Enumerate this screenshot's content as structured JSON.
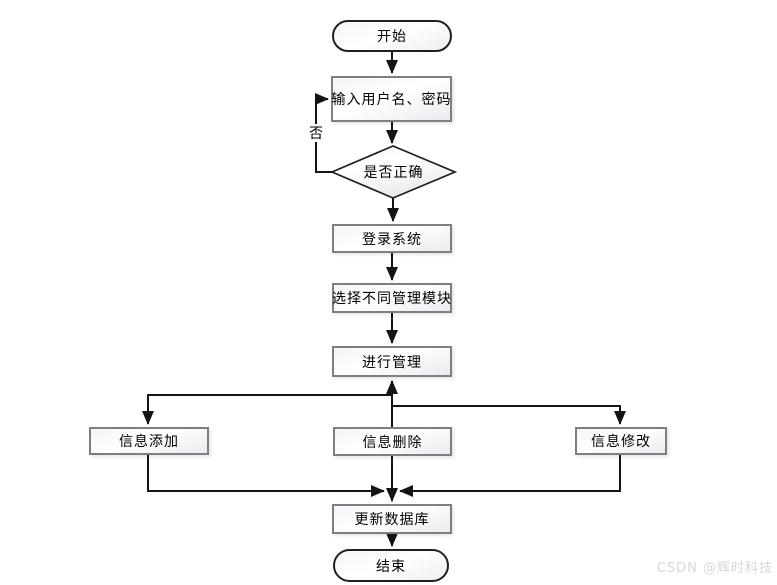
{
  "diagram": {
    "title": "login-management-flowchart",
    "nodes": {
      "start": {
        "label": "开始",
        "shape": "terminal"
      },
      "input": {
        "label": "输入用户名、密码",
        "shape": "process"
      },
      "decision": {
        "label": "是否正确",
        "shape": "decision"
      },
      "login": {
        "label": "登录系统",
        "shape": "process"
      },
      "select_module": {
        "label": "选择不同管理模块",
        "shape": "process"
      },
      "manage": {
        "label": "进行管理",
        "shape": "process"
      },
      "info_add": {
        "label": "信息添加",
        "shape": "process"
      },
      "info_delete": {
        "label": "信息删除",
        "shape": "process"
      },
      "info_modify": {
        "label": "信息修改",
        "shape": "process"
      },
      "update_db": {
        "label": "更新数据库",
        "shape": "process"
      },
      "end": {
        "label": "结束",
        "shape": "terminal"
      }
    },
    "edge_labels": {
      "no": "否"
    },
    "colors": {
      "process_border": "#7f7f7f",
      "terminal_border": "#1f1f1f",
      "connector": "#141414",
      "fill_top": "#f2f5f8",
      "fill_bottom": "#e9ebef",
      "watermark": "#d7d7d7"
    }
  },
  "watermark": {
    "text": "CSDN @辉时科技"
  }
}
